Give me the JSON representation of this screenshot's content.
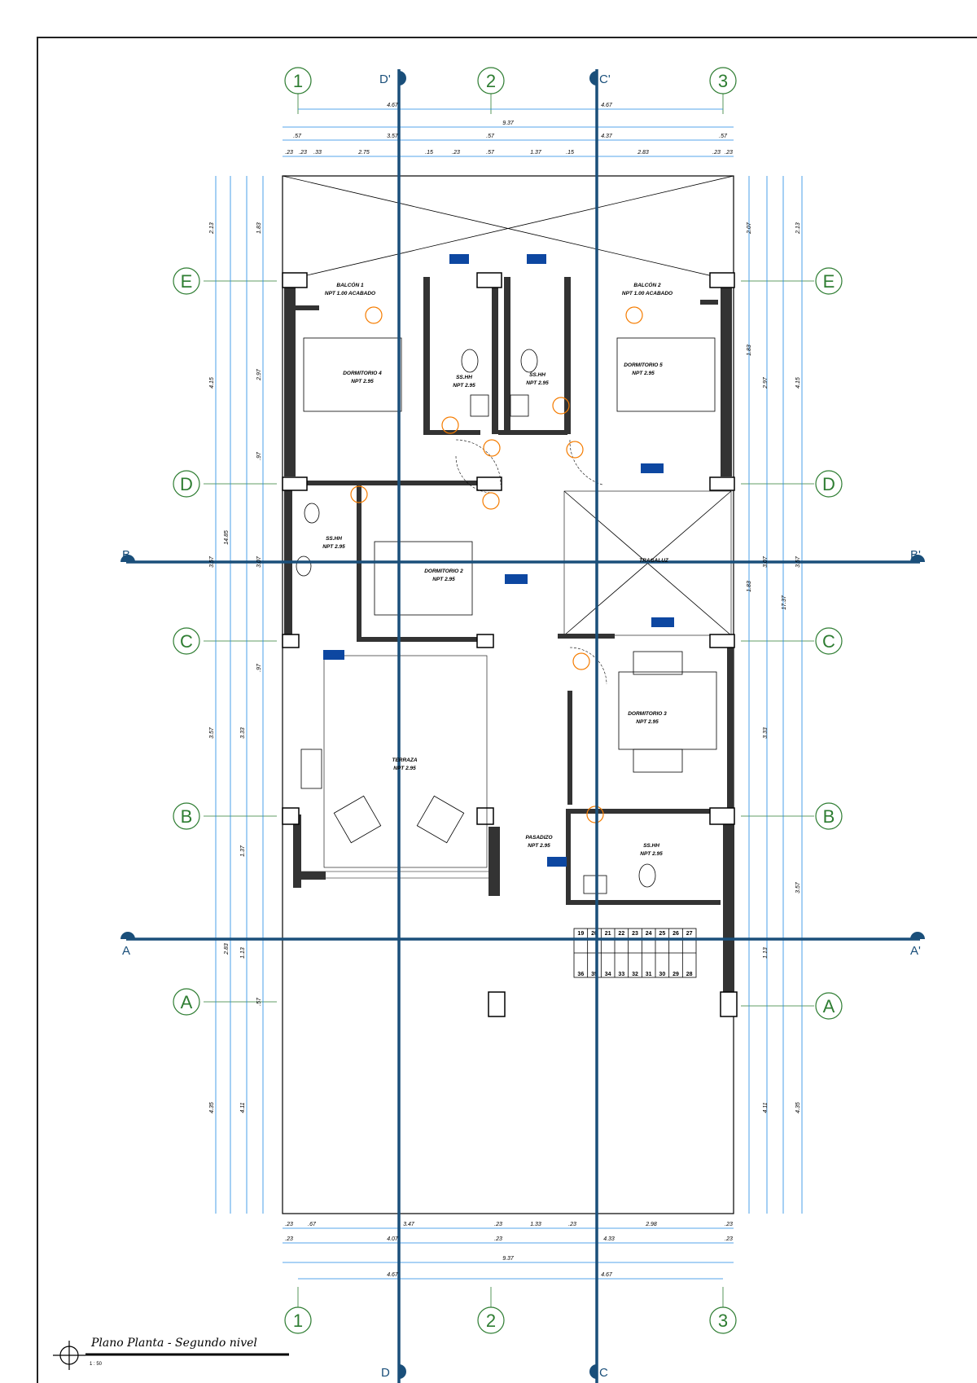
{
  "drawing": {
    "title": "Plano Planta - Segundo nivel",
    "scale": "1 : 50"
  },
  "grid_columns": [
    "1",
    "2",
    "3"
  ],
  "grid_rows": [
    "E",
    "D",
    "C",
    "B",
    "A"
  ],
  "section_marks": {
    "horizontal": [
      {
        "left": "B",
        "right": "B'"
      },
      {
        "left": "A",
        "right": "A'"
      }
    ],
    "vertical": [
      {
        "top": "D'",
        "bottom": "D"
      },
      {
        "top": "C'",
        "bottom": "C"
      }
    ]
  },
  "dimensions": {
    "top_row1": [
      "4.67",
      "4.67"
    ],
    "top_row2": [
      "9.37"
    ],
    "top_row3": [
      ".57",
      "3.57",
      ".57",
      "4.37",
      ".57"
    ],
    "top_row4": [
      ".23",
      ".23",
      ".33",
      "2.75",
      ".15",
      ".23",
      ".57",
      "1.37",
      ".15",
      "2.83",
      ".23",
      ".23"
    ],
    "bottom_row1": [
      ".23",
      ".67",
      "3.47",
      ".23",
      "1.33",
      ".23",
      "2.98",
      ".23"
    ],
    "bottom_row2": [
      ".23",
      "4.07",
      ".23",
      "4.33",
      ".23"
    ],
    "bottom_row3": [
      "9.37"
    ],
    "bottom_row4": [
      "4.67",
      "4.67"
    ],
    "left_outer": "14.85",
    "right_outer": "17.37",
    "left_col1": [
      "2.13",
      "4.15",
      "3.57",
      "3.57",
      "2.83",
      "4.35"
    ],
    "left_col2": [
      "1.83",
      "2.97",
      ".97",
      "3.07",
      ".97",
      "3.33",
      "1.37",
      "1.13",
      ".57",
      "4.11"
    ],
    "right_col1": [
      "2.13",
      "4.15",
      "3.57",
      "3.57",
      "4.35"
    ],
    "right_col2": [
      "2.07",
      "1.83",
      "2.97",
      "1.83",
      "3.07",
      "3.33",
      "1.13",
      "4.11"
    ]
  },
  "rooms": [
    {
      "name": "BALCÓN 1",
      "sub": "NPT 1.00 ACABADO"
    },
    {
      "name": "BALCÓN 2",
      "sub": "NPT 1.00 ACABADO"
    },
    {
      "name": "DORMITORIO 4",
      "sub": "NPT 2.95"
    },
    {
      "name": "DORMITORIO 5",
      "sub": "NPT 2.95"
    },
    {
      "name": "SS.HH",
      "sub": "NPT 2.95"
    },
    {
      "name": "SS.HH",
      "sub": "NPT 2.95"
    },
    {
      "name": "SS.HH",
      "sub": "NPT 2.95"
    },
    {
      "name": "DORMITORIO 2",
      "sub": "NPT 2.95"
    },
    {
      "name": "TRAGALUZ",
      "sub": ""
    },
    {
      "name": "DORMITORIO 3",
      "sub": "NPT 2.95"
    },
    {
      "name": "TERRAZA",
      "sub": "NPT 2.95"
    },
    {
      "name": "PASADIZO",
      "sub": "NPT 2.95"
    },
    {
      "name": "SS.HH",
      "sub": "NPT 2.95"
    }
  ],
  "stairs": {
    "upper": [
      "19",
      "20",
      "21",
      "22",
      "23",
      "24",
      "25",
      "26",
      "27"
    ],
    "lower": [
      "36",
      "35",
      "34",
      "33",
      "32",
      "31",
      "30",
      "29",
      "28"
    ]
  },
  "colors": {
    "grid_bubble": "#2e7d32",
    "section_line": "#1a4f7a",
    "dimension_line": "#1e88e5",
    "wall": "#333333",
    "door_tag": "#f57c00",
    "window_tag": "#0d47a1"
  }
}
